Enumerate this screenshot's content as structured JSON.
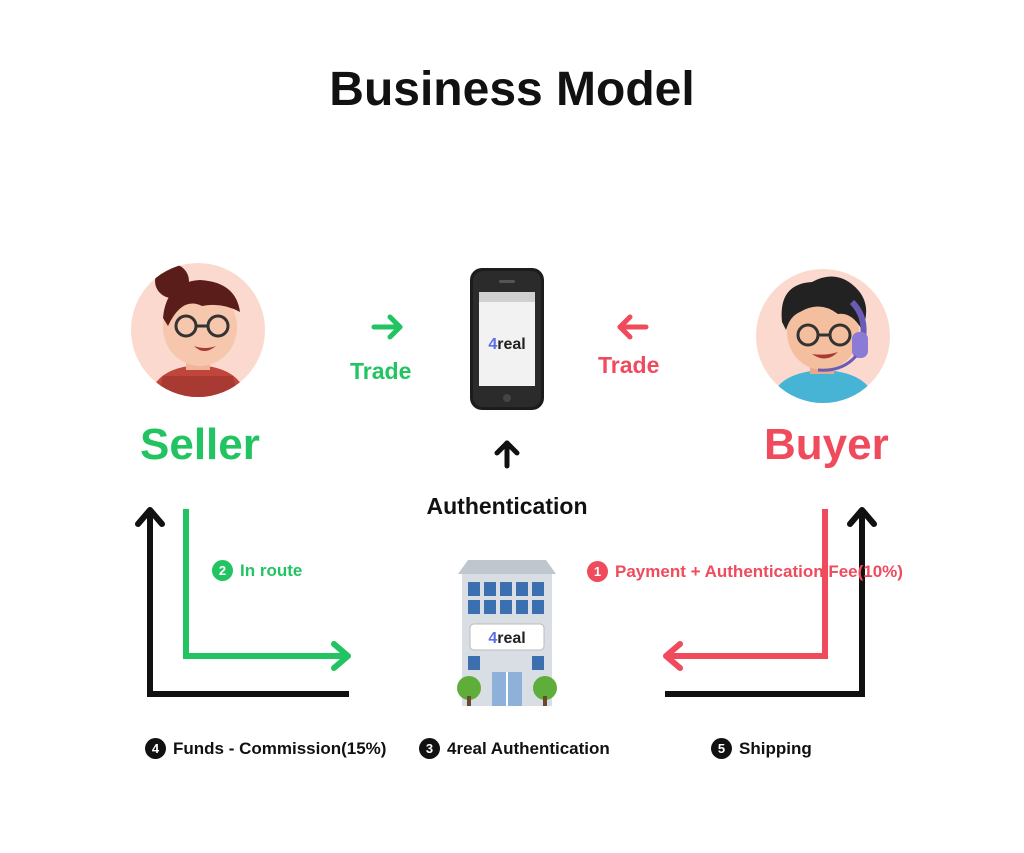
{
  "title": "Business Model",
  "seller": {
    "label": "Seller"
  },
  "buyer": {
    "label": "Buyer"
  },
  "trade_left": "Trade",
  "trade_right": "Trade",
  "authentication": "Authentication",
  "logo": {
    "num": "4",
    "text": "real"
  },
  "steps": [
    {
      "num": "❷",
      "text": "In route"
    },
    {
      "num": "❶",
      "text": "Payment + Authentication Fee(10%)"
    },
    {
      "num": "❹",
      "text": "Funds - Commission(15%)"
    },
    {
      "num": "❸",
      "text": "4real Authentication"
    },
    {
      "num": "❺",
      "text": "Shipping"
    }
  ],
  "colors": {
    "green": "#22c462",
    "red": "#ef4b5d",
    "black": "#111111"
  }
}
